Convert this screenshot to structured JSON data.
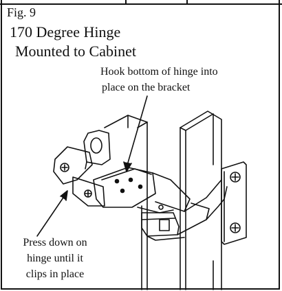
{
  "figure": {
    "label": "Fig. 9",
    "title_line1": "170 Degree Hinge",
    "title_line2": "Mounted to Cabinet"
  },
  "callouts": {
    "hook_line1": "Hook bottom of hinge into",
    "hook_line2": "place on the bracket",
    "press_line1": "Press down on",
    "press_line2": "hinge until it",
    "press_line3": "clips in place"
  },
  "colors": {
    "ink": "#111111",
    "paper": "#ffffff"
  }
}
